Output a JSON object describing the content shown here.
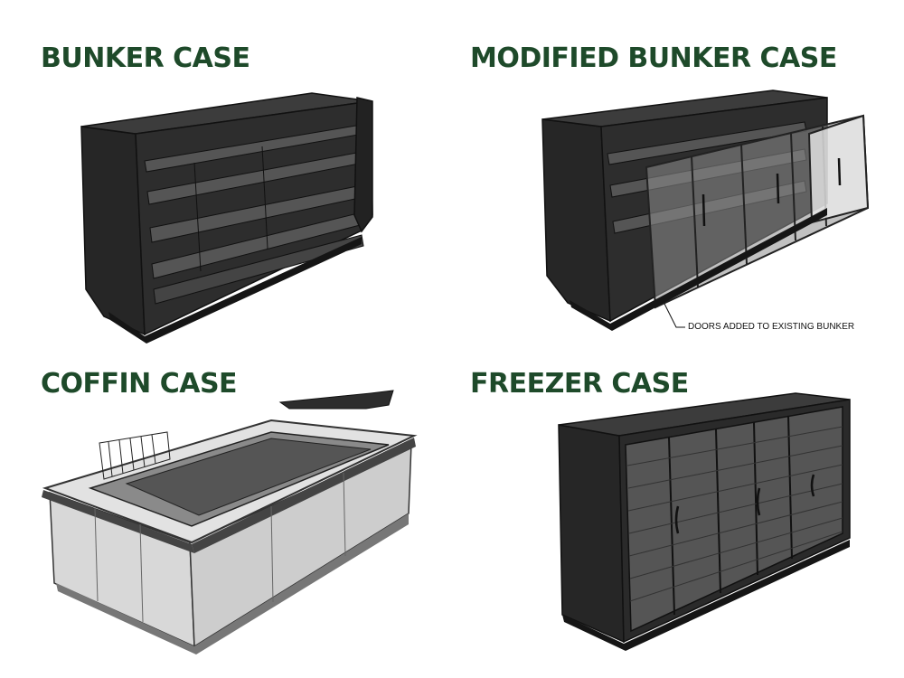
{
  "colors": {
    "title": "#1e4a2a",
    "case_body": "#2d2d2d",
    "case_dark": "#1a1a1a",
    "case_light": "#4a4a4a",
    "shelf": "#5a5a5a",
    "glass": "#9a9a9a",
    "coffin_glass": "#c9c9c9"
  },
  "panels": {
    "bunker": {
      "title": "BUNKER CASE",
      "icon": "bunker-case-illustration"
    },
    "modified_bunker": {
      "title": "MODIFIED BUNKER CASE",
      "icon": "modified-bunker-case-illustration",
      "callout": "DOORS ADDED TO EXISTING BUNKER"
    },
    "coffin": {
      "title": "COFFIN CASE",
      "icon": "coffin-case-illustration"
    },
    "freezer": {
      "title": "FREEZER CASE",
      "icon": "freezer-case-illustration"
    }
  }
}
